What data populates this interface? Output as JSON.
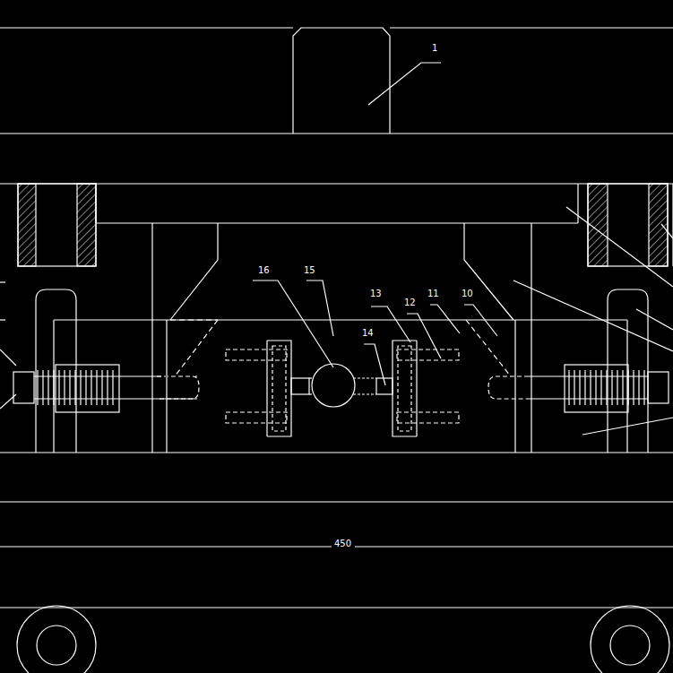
{
  "diagram": {
    "labels": [
      "1",
      "16",
      "15",
      "13",
      "12",
      "11",
      "10",
      "14",
      "450"
    ]
  }
}
